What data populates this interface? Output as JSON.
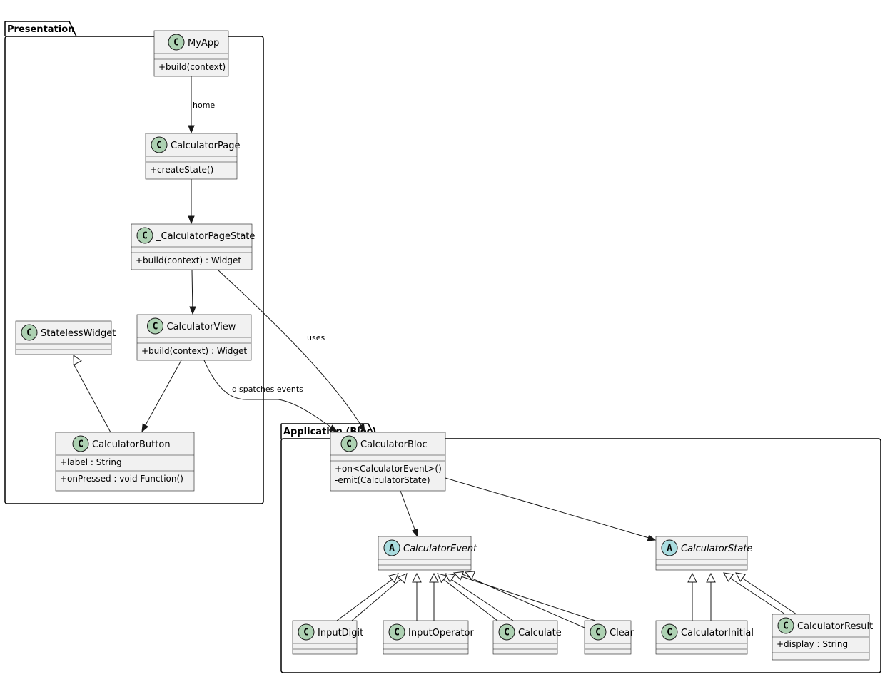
{
  "packages": [
    {
      "id": "presentation",
      "title": "Presentation"
    },
    {
      "id": "application",
      "title": "Application (Bloc)"
    }
  ],
  "classes": [
    {
      "id": "MyApp",
      "name": "MyApp",
      "kind": "class",
      "fields": [],
      "methods": [
        "+build(context)"
      ]
    },
    {
      "id": "CalculatorPage",
      "name": "CalculatorPage",
      "kind": "class",
      "fields": [],
      "methods": [
        "+createState()"
      ]
    },
    {
      "id": "CalculatorPageState",
      "name": "_CalculatorPageState",
      "kind": "class",
      "fields": [],
      "methods": [
        "+build(context) : Widget"
      ]
    },
    {
      "id": "CalculatorView",
      "name": "CalculatorView",
      "kind": "class",
      "fields": [],
      "methods": [
        "+build(context) : Widget"
      ]
    },
    {
      "id": "StatelessWidget",
      "name": "StatelessWidget",
      "kind": "class",
      "fields": [],
      "methods": []
    },
    {
      "id": "CalculatorButton",
      "name": "CalculatorButton",
      "kind": "class",
      "fields": [
        "+label : String"
      ],
      "methods": [
        "+onPressed : void Function()"
      ]
    },
    {
      "id": "CalculatorBloc",
      "name": "CalculatorBloc",
      "kind": "class",
      "fields": [],
      "methods": [
        "+on<CalculatorEvent>()",
        "-emit(CalculatorState)"
      ]
    },
    {
      "id": "CalculatorEvent",
      "name": "CalculatorEvent",
      "kind": "abstract",
      "fields": [],
      "methods": []
    },
    {
      "id": "CalculatorState",
      "name": "CalculatorState",
      "kind": "abstract",
      "fields": [],
      "methods": []
    },
    {
      "id": "InputDigit",
      "name": "InputDigit",
      "kind": "class",
      "fields": [],
      "methods": []
    },
    {
      "id": "InputOperator",
      "name": "InputOperator",
      "kind": "class",
      "fields": [],
      "methods": []
    },
    {
      "id": "Calculate",
      "name": "Calculate",
      "kind": "class",
      "fields": [],
      "methods": []
    },
    {
      "id": "Clear",
      "name": "Clear",
      "kind": "class",
      "fields": [],
      "methods": []
    },
    {
      "id": "CalculatorInitial",
      "name": "CalculatorInitial",
      "kind": "class",
      "fields": [],
      "methods": []
    },
    {
      "id": "CalculatorResult",
      "name": "CalculatorResult",
      "kind": "class",
      "fields": [
        "+display : String"
      ],
      "methods": []
    }
  ],
  "relations": [
    {
      "from": "MyApp",
      "to": "CalculatorPage",
      "type": "association",
      "label": "home"
    },
    {
      "from": "CalculatorPage",
      "to": "CalculatorPageState",
      "type": "association",
      "label": ""
    },
    {
      "from": "CalculatorPageState",
      "to": "CalculatorView",
      "type": "association",
      "label": ""
    },
    {
      "from": "CalculatorPageState",
      "to": "CalculatorBloc",
      "type": "association",
      "label": "uses"
    },
    {
      "from": "CalculatorView",
      "to": "CalculatorButton",
      "type": "association",
      "label": ""
    },
    {
      "from": "CalculatorView",
      "to": "CalculatorBloc",
      "type": "association",
      "label": "dispatches events"
    },
    {
      "from": "CalculatorButton",
      "to": "StatelessWidget",
      "type": "inheritance",
      "label": ""
    },
    {
      "from": "CalculatorBloc",
      "to": "CalculatorEvent",
      "type": "association",
      "label": ""
    },
    {
      "from": "CalculatorBloc",
      "to": "CalculatorState",
      "type": "association",
      "label": ""
    },
    {
      "from": "InputDigit",
      "to": "CalculatorEvent",
      "type": "inheritance",
      "label": ""
    },
    {
      "from": "InputOperator",
      "to": "CalculatorEvent",
      "type": "inheritance",
      "label": ""
    },
    {
      "from": "Calculate",
      "to": "CalculatorEvent",
      "type": "inheritance",
      "label": ""
    },
    {
      "from": "Clear",
      "to": "CalculatorEvent",
      "type": "inheritance",
      "label": ""
    },
    {
      "from": "CalculatorInitial",
      "to": "CalculatorState",
      "type": "inheritance",
      "label": ""
    },
    {
      "from": "CalculatorResult",
      "to": "CalculatorState",
      "type": "inheritance",
      "label": ""
    }
  ]
}
